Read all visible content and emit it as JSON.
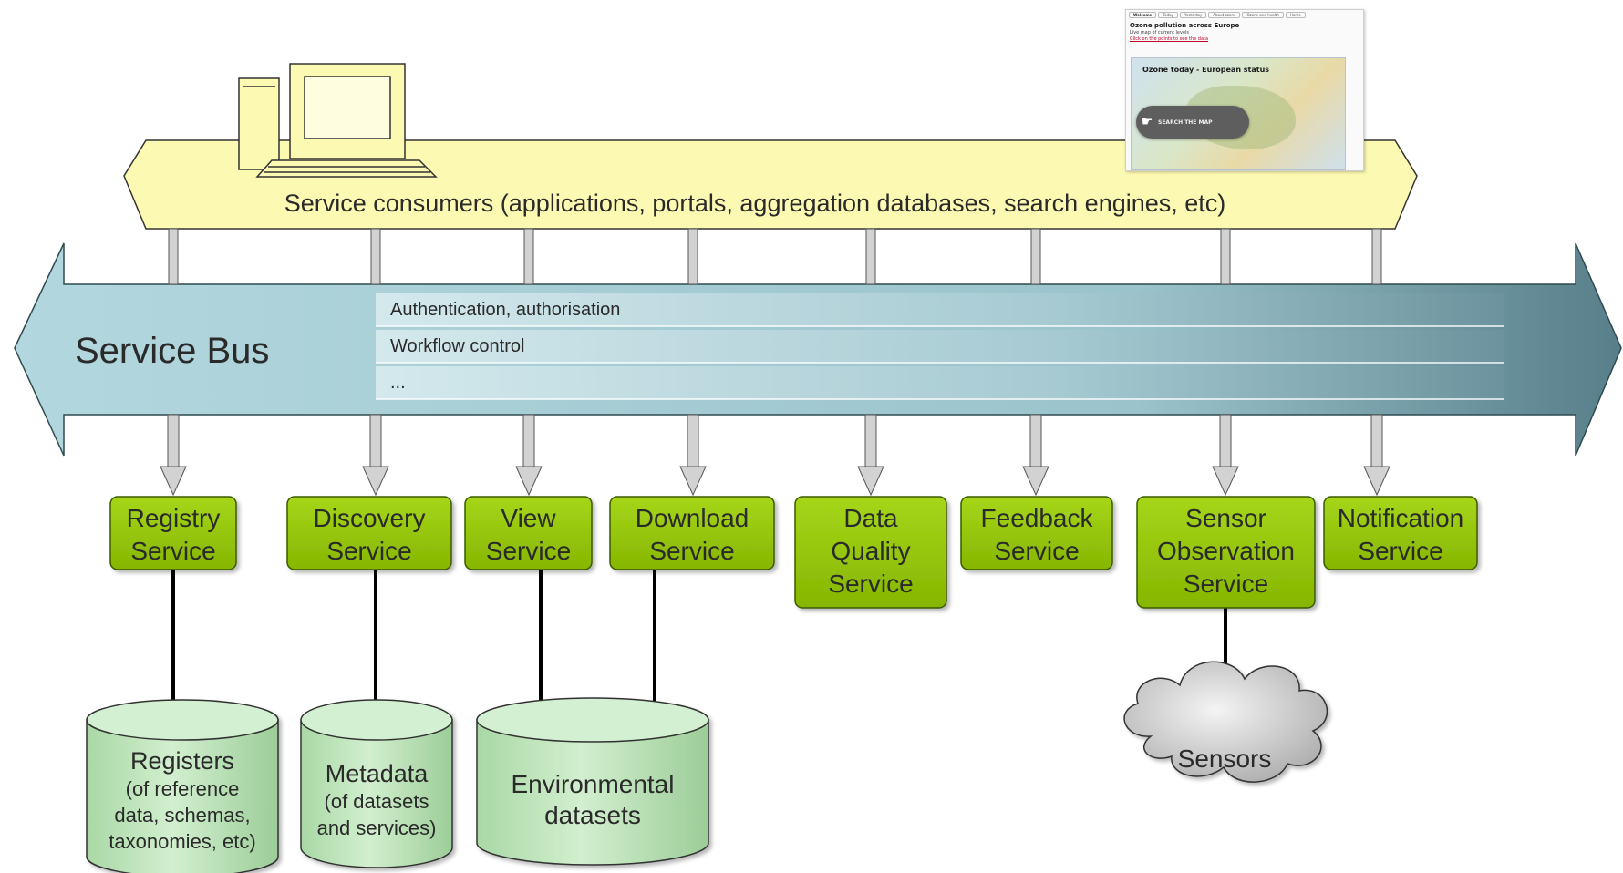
{
  "consumers": {
    "label": "Service consumers (applications, portals, aggregation databases, search engines, etc)"
  },
  "bus": {
    "title": "Service Bus",
    "lanes": [
      "Authentication, authorisation",
      "Workflow control",
      "..."
    ]
  },
  "thumbnail": {
    "tabs": [
      "Welcome",
      "Today",
      "Yesterday",
      "About ozone",
      "Ozone and health",
      "Home"
    ],
    "heading": "Ozone pollution across Europe",
    "subtext": "Live map of current levels",
    "link": "Click on the points to see the data",
    "map_title": "Ozone today - European status",
    "search_button": "SEARCH THE MAP"
  },
  "services": [
    {
      "lines": [
        "Registry",
        "Service"
      ]
    },
    {
      "lines": [
        "Discovery",
        "Service"
      ]
    },
    {
      "lines": [
        "View",
        "Service"
      ]
    },
    {
      "lines": [
        "Download",
        "Service"
      ]
    },
    {
      "lines": [
        "Data",
        "Quality",
        "Service"
      ]
    },
    {
      "lines": [
        "Feedback",
        "Service"
      ]
    },
    {
      "lines": [
        "Sensor",
        "Observation",
        "Service"
      ]
    },
    {
      "lines": [
        "Notification",
        "Service"
      ]
    }
  ],
  "stores": [
    {
      "title": "Registers",
      "sub": [
        "(of reference",
        "data, schemas,",
        "taxonomies, etc)"
      ]
    },
    {
      "title": "Metadata",
      "sub": [
        "(of datasets",
        "and services)"
      ]
    },
    {
      "title": "Environmental",
      "sub": [
        "datasets"
      ]
    }
  ],
  "sensors": {
    "label": "Sensors"
  },
  "colors": {
    "consumer_fill": "#fcf9b2",
    "bus_fill": "#a9cdd6",
    "service_fill": "#9acc0e",
    "store_fill": "#c3e7c0",
    "arrow_fill": "#d2d2d2"
  }
}
